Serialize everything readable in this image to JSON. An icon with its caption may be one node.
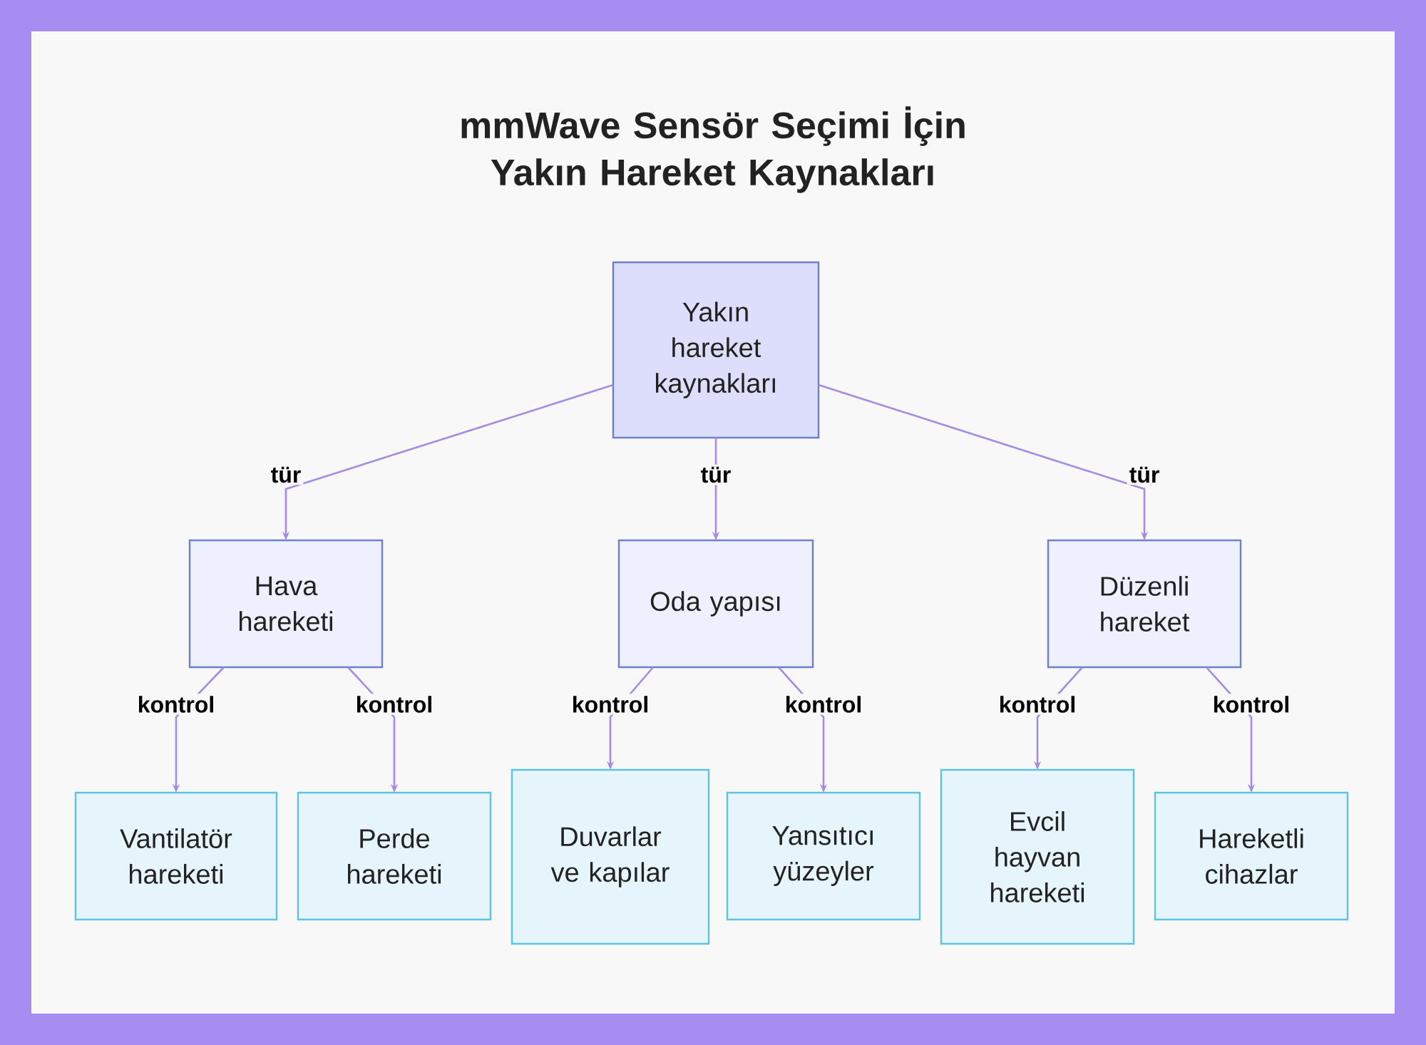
{
  "diagram": {
    "title": "mmWave Sensör Seçimi İçin Yakın Hareket Kaynakları",
    "nodes": [
      {
        "text": [
          "Yakın hareket kaynakları"
        ]
      },
      {
        "text": [
          "Hava hareketi"
        ]
      },
      {
        "text": [
          "Oda yapısı"
        ]
      },
      {
        "text": [
          "Düzenli hareket"
        ]
      },
      {
        "text": [
          "Vantilatör hareketi"
        ]
      },
      {
        "text": [
          "Perde hareketi"
        ]
      },
      {
        "text": [
          "Duvarlar ve kapılar"
        ]
      },
      {
        "text": [
          "Yansıtıcı yüzeyler"
        ]
      },
      {
        "text": [
          "Evcil hayvan hareketi"
        ]
      },
      {
        "text": [
          "Hareketli cihazlar"
        ]
      }
    ],
    "edges": [
      {
        "from": 0,
        "to": 1,
        "arrow": "to",
        "label": "tür"
      },
      {
        "from": 0,
        "to": 2,
        "arrow": "to",
        "label": "tür"
      },
      {
        "from": 0,
        "to": 3,
        "arrow": "to",
        "label": "tür"
      },
      {
        "from": 1,
        "to": 4,
        "arrow": "to",
        "label": "kontrol"
      },
      {
        "from": 1,
        "to": 5,
        "arrow": "to",
        "label": "kontrol"
      },
      {
        "from": 2,
        "to": 6,
        "arrow": "to",
        "label": "kontrol"
      },
      {
        "from": 2,
        "to": 7,
        "arrow": "to",
        "label": "kontrol"
      },
      {
        "from": 3,
        "to": 8,
        "arrow": "to",
        "label": "kontrol"
      },
      {
        "from": 3,
        "to": 9,
        "arrow": "to",
        "label": "kontrol"
      }
    ]
  }
}
